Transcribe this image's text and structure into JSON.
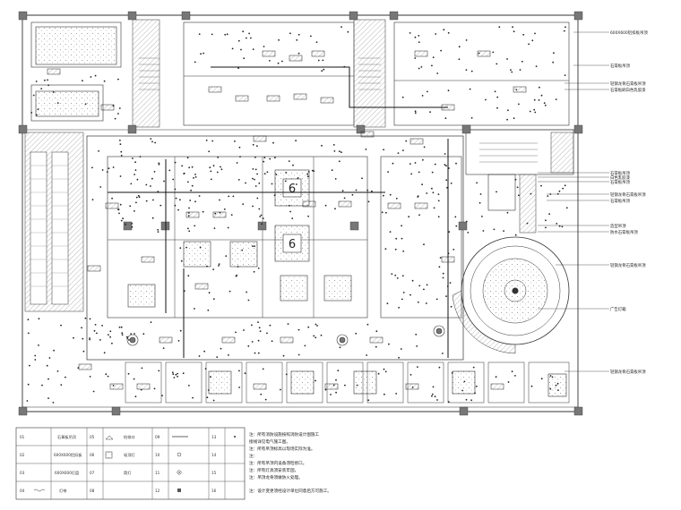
{
  "drawing": {
    "type": "reflected-ceiling-plan",
    "room_numbers": [
      "6",
      "6"
    ]
  },
  "callouts": [
    "600X600铝扣板吊顶",
    "石膏板吊顶",
    "轻钢龙骨石膏板吊顶",
    "石膏板刷白色乳胶漆",
    "石膏板吊顶",
    "白色乳胶漆",
    "石膏板吊顶",
    "轻钢龙骨石膏板吊顶",
    "石膏板吊顶",
    "造型吊顶",
    "防水石膏板吊顶",
    "轻钢龙骨石膏板吊顶",
    "广告灯箱",
    "轻钢龙骨石膏板吊顶"
  ],
  "legend": {
    "rows": [
      {
        "n1": "01",
        "d1": "石膏板吊顶",
        "n2": "05",
        "d2": "检修口",
        "n3": "09",
        "d3": "",
        "n4": "13",
        "d4": "",
        "sym1": "none",
        "sym2": "access-hatch",
        "sym3": "line",
        "sym4": "dot"
      },
      {
        "n1": "02",
        "d1": "600X600铝扣板",
        "n2": "06",
        "d2": "吸顶灯",
        "n3": "10",
        "d3": "",
        "n4": "14",
        "d4": "",
        "sym1": "none",
        "sym2": "square",
        "sym3": "circle",
        "sym4": "none"
      },
      {
        "n1": "03",
        "d1": "600X600灯盘",
        "n2": "07",
        "d2": "筒灯",
        "n3": "11",
        "d3": "",
        "n4": "15",
        "d4": "",
        "sym1": "none",
        "sym2": "none",
        "sym3": "circle-dot",
        "sym4": "none"
      },
      {
        "n1": "04",
        "d1": "灯带",
        "n2": "08",
        "d2": "",
        "n3": "12",
        "d3": "",
        "n4": "16",
        "d4": "",
        "sym1": "wave",
        "sym2": "none",
        "sym3": "small-square",
        "sym4": "none"
      }
    ]
  },
  "notes": [
    "注：所有消防设施按照消防设计图施工",
    "接线详见电气施工图。",
    "注：所有吊顶标高以现场实际为准。",
    "注：",
    "注：所有吊顶内设备须检修口。",
    "注：所有灯具须安装牢固，",
    "注：吊顶龙骨须做防火处理。",
    "注：设计变更须经设计单位同意后方可施工。"
  ]
}
